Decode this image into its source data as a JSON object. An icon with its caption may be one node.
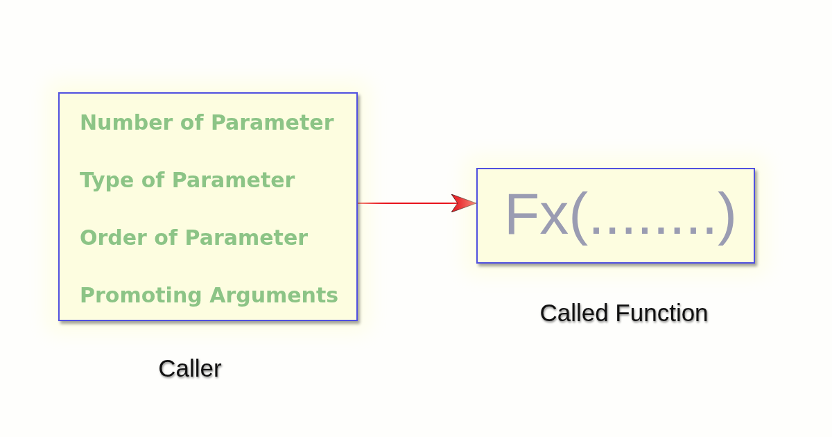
{
  "diagram": {
    "nodes": [
      {
        "text": [
          "Number of Parameter",
          "Type of Parameter",
          "Order of Parameter",
          "Promoting Arguments"
        ],
        "beside": [
          "Caller"
        ]
      },
      {
        "text": [
          "Fx(........)"
        ],
        "beside": [
          "Called Function"
        ]
      }
    ],
    "edges": [
      {
        "from": 0,
        "to": 1,
        "arrow": "to",
        "color": "#e8141c"
      }
    ]
  }
}
